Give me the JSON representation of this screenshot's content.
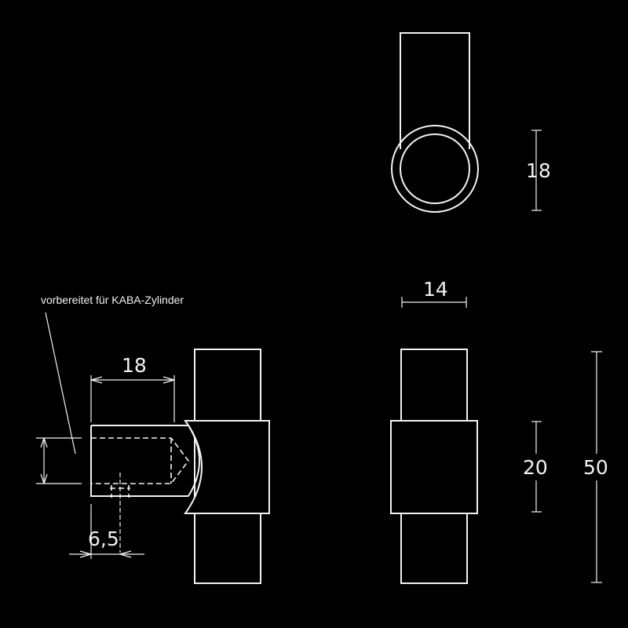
{
  "note": "vorbereitet für KABA-Zylinder",
  "dimensions": {
    "top_diameter": "18",
    "front_width": "14",
    "side_cylinder_length": "18",
    "offset": "6,5",
    "middle_height": "20",
    "total_height": "50"
  }
}
